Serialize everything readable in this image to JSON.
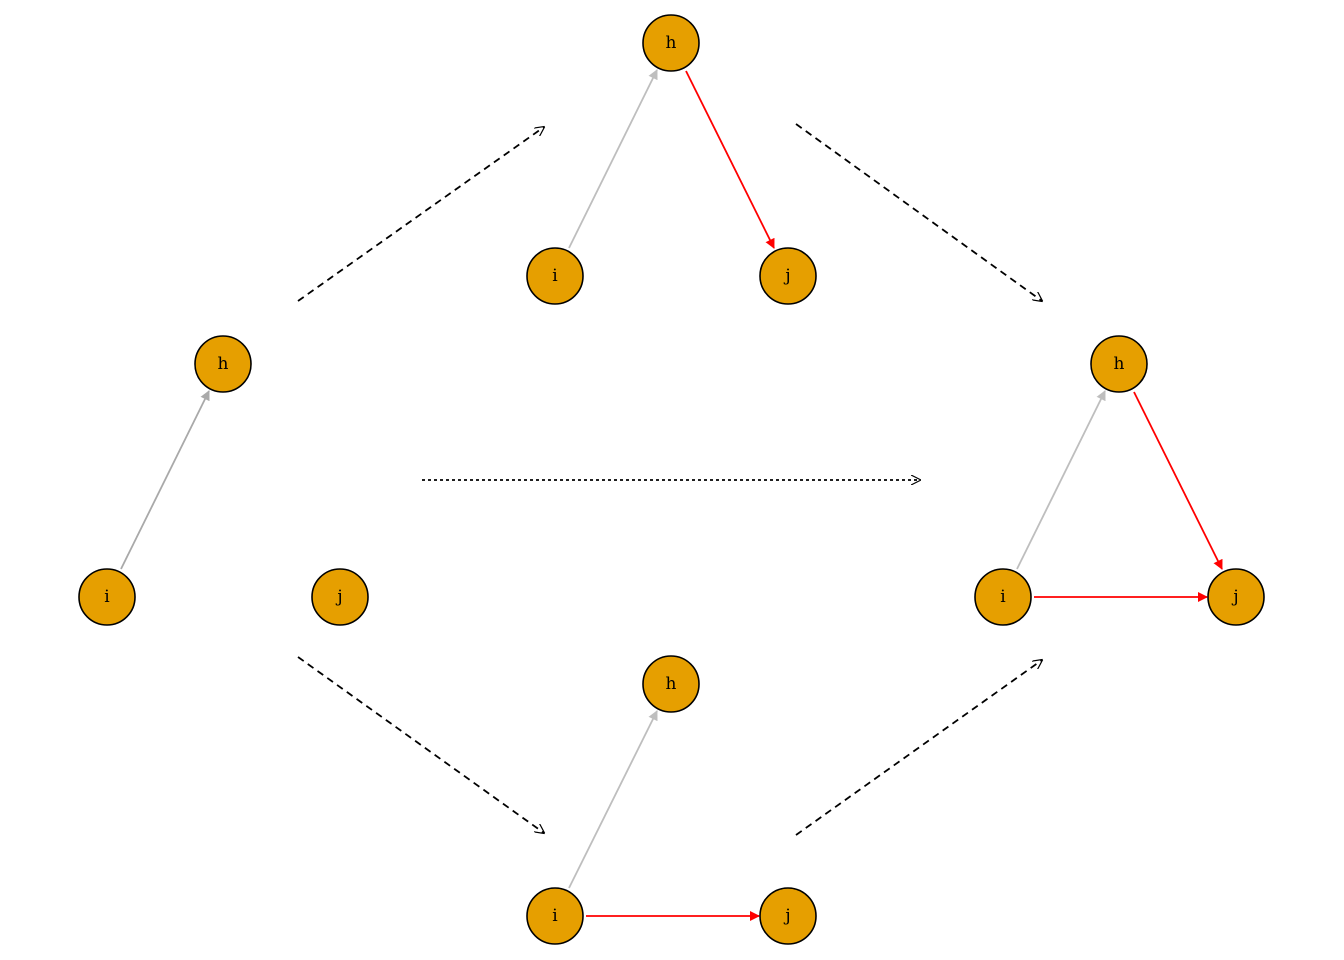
{
  "colors": {
    "node_fill": "#E69F00",
    "node_stroke": "#000000",
    "edge_existing_dark": "#A9A9A9",
    "edge_existing_light": "#BEBEBE",
    "edge_new": "#FF0000",
    "transition": "#000000"
  },
  "panels": {
    "start": {
      "nodes": {
        "h": "h",
        "i": "i",
        "j": "j"
      },
      "edges": [
        {
          "from": "i",
          "to": "h",
          "kind": "existing"
        }
      ]
    },
    "top": {
      "nodes": {
        "h": "h",
        "i": "i",
        "j": "j"
      },
      "edges": [
        {
          "from": "i",
          "to": "h",
          "kind": "existing"
        },
        {
          "from": "h",
          "to": "j",
          "kind": "new"
        }
      ]
    },
    "bottom": {
      "nodes": {
        "h": "h",
        "i": "i",
        "j": "j"
      },
      "edges": [
        {
          "from": "i",
          "to": "h",
          "kind": "existing"
        },
        {
          "from": "i",
          "to": "j",
          "kind": "new"
        }
      ]
    },
    "end": {
      "nodes": {
        "h": "h",
        "i": "i",
        "j": "j"
      },
      "edges": [
        {
          "from": "i",
          "to": "h",
          "kind": "existing"
        },
        {
          "from": "h",
          "to": "j",
          "kind": "new"
        },
        {
          "from": "i",
          "to": "j",
          "kind": "new"
        }
      ]
    }
  },
  "transitions": [
    {
      "from": "start",
      "to": "top",
      "style": "dashed"
    },
    {
      "from": "start",
      "to": "bottom",
      "style": "dashed"
    },
    {
      "from": "top",
      "to": "end",
      "style": "dashed"
    },
    {
      "from": "bottom",
      "to": "end",
      "style": "dashed"
    },
    {
      "from": "start",
      "to": "end",
      "style": "dotted"
    }
  ]
}
